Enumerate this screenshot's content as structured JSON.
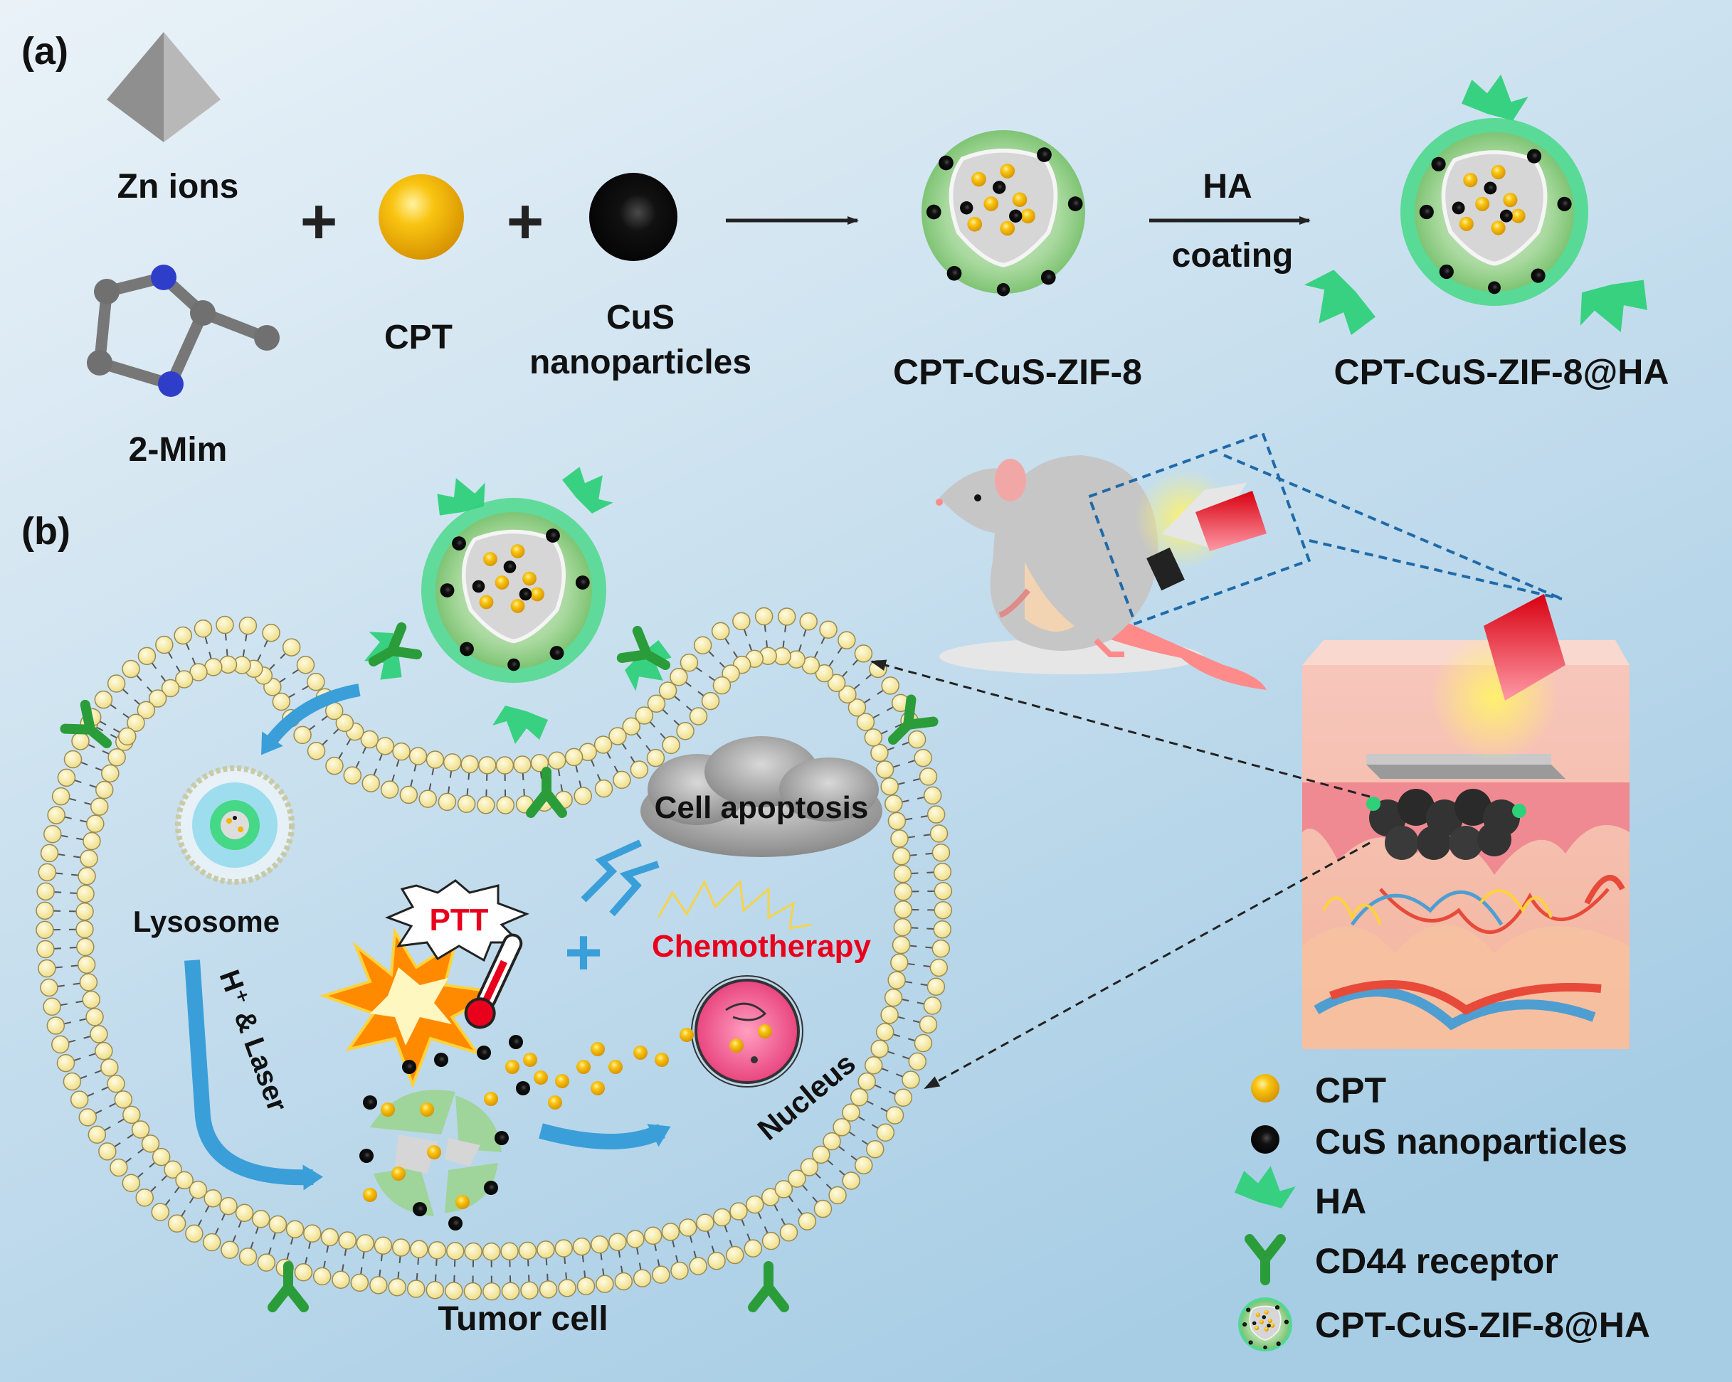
{
  "panel_a": {
    "label": "(a)",
    "zn_ions": "Zn ions",
    "mim": "2-Mim",
    "plus": "+",
    "cpt": "CPT",
    "cus_line1": "CuS",
    "cus_line2": "nanoparticles",
    "product1": "CPT-CuS-ZIF-8",
    "step_top": "HA",
    "step_bottom": "coating",
    "product2": "CPT-CuS-ZIF-8@HA"
  },
  "panel_b": {
    "label": "(b)",
    "lysosome": "Lysosome",
    "ptt": "PTT",
    "plus": "+",
    "apoptosis": "Cell apoptosis",
    "chemo": "Chemotherapy",
    "trigger": "H⁺ & Laser",
    "nucleus": "Nucleus",
    "tumor_cell": "Tumor cell"
  },
  "legend": [
    {
      "icon": "cpt-sphere-icon",
      "label": "CPT"
    },
    {
      "icon": "cus-sphere-icon",
      "label": "CuS nanoparticles"
    },
    {
      "icon": "ha-icon",
      "label": "HA"
    },
    {
      "icon": "cd44-receptor-icon",
      "label": "CD44 receptor"
    },
    {
      "icon": "nanoparticle-icon",
      "label": "CPT-CuS-ZIF-8@HA"
    }
  ],
  "colors": {
    "background_top": "#e6f0f7",
    "background_bottom": "#a9cfe6",
    "cpt": "#f5b400",
    "cus": "#111111",
    "zif_shell": "#9fd49a",
    "ha": "#2fd07a",
    "cd44": "#2a9d3a",
    "arrow_blue": "#3a9fd9",
    "chemo_red": "#e8001c",
    "laser_red": "#e8212e"
  }
}
